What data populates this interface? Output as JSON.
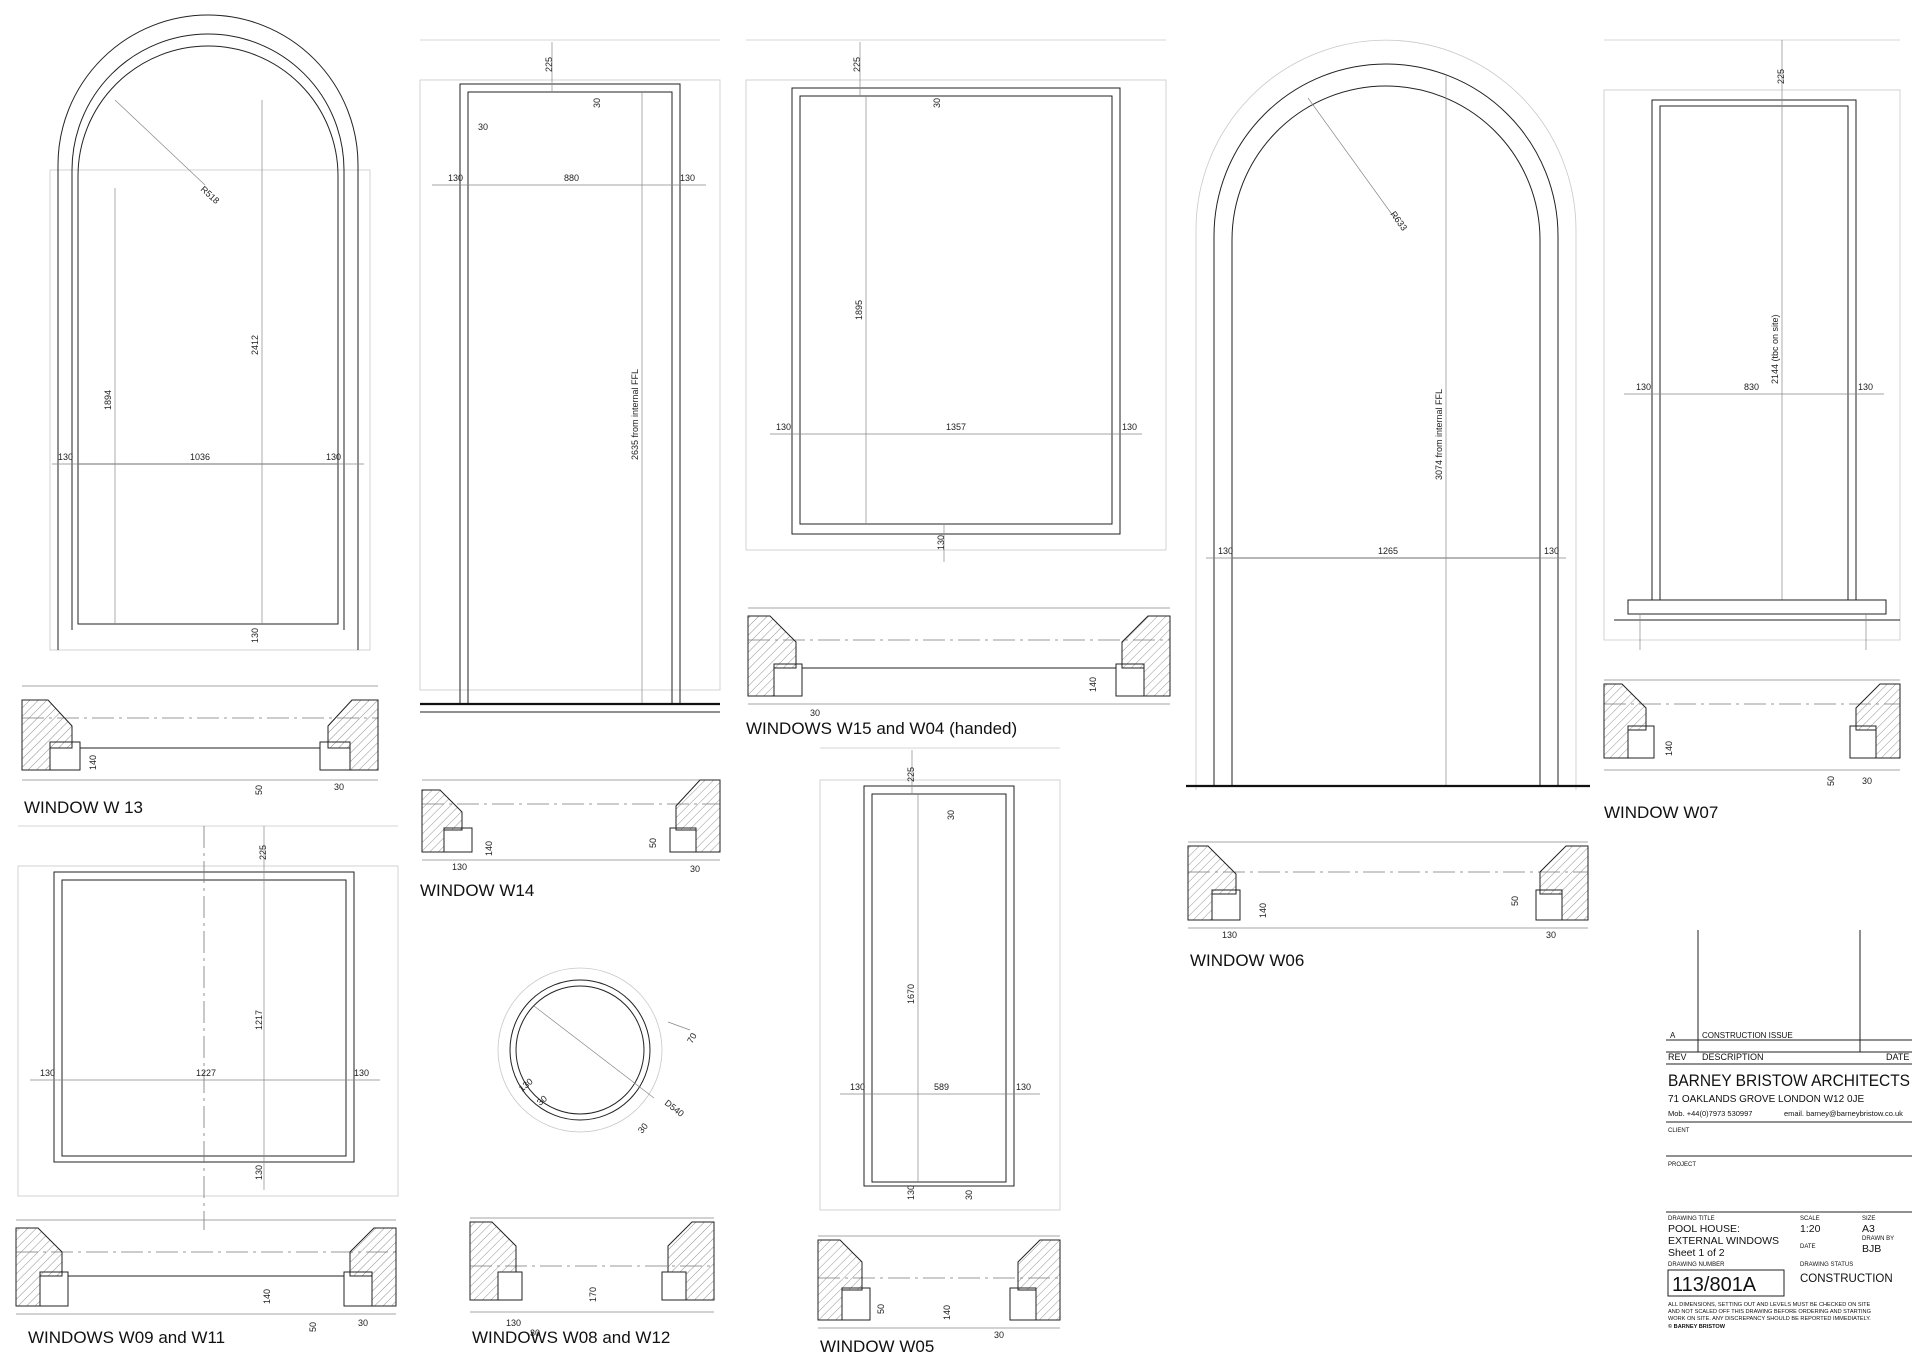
{
  "windows": {
    "w13": {
      "label": "WINDOW W 13",
      "radius": "R518",
      "dims": {
        "jamb_l": "130",
        "width": "1036",
        "jamb_r": "130",
        "height_total": "2412",
        "height_spring": "1894",
        "sill": "130",
        "sec_140": "140",
        "sec_50": "50",
        "sec_30": "30"
      }
    },
    "w14": {
      "label": "WINDOW W14",
      "dims": {
        "head": "225",
        "frame_top": "30",
        "frame_side": "30",
        "jamb_l": "130",
        "width": "880",
        "jamb_r": "130",
        "height": "2635 from internal FFL",
        "sec_140": "140",
        "sec_130": "130",
        "sec_50": "50",
        "sec_30": "30"
      }
    },
    "w15_w04": {
      "label": "WINDOWS W15 and W04 (handed)",
      "dims": {
        "head": "225",
        "frame_top": "30",
        "jamb_l": "130",
        "width": "1357",
        "jamb_r": "130",
        "height": "1895",
        "sill": "130",
        "sec_140": "140",
        "sec_30": "30"
      }
    },
    "w06": {
      "label": "WINDOW W06",
      "radius": "R633",
      "dims": {
        "jamb_l": "130",
        "width": "1265",
        "jamb_r": "130",
        "height": "3074 from internal FFL",
        "sec_140": "140",
        "sec_130": "130",
        "sec_50": "50",
        "sec_30": "30"
      }
    },
    "w07": {
      "label": "WINDOW W07",
      "dims": {
        "head": "225",
        "jamb_l": "130",
        "width": "830",
        "jamb_r": "130",
        "height": "2144 (tbc on site)",
        "sec_140": "140",
        "sec_50": "50",
        "sec_30": "30"
      }
    },
    "w09_w11": {
      "label": "WINDOWS W09 and W11",
      "dims": {
        "head": "225",
        "jamb_l": "130",
        "width": "1227",
        "jamb_r": "130",
        "height": "1217",
        "sill": "130",
        "sec_140": "140",
        "sec_50": "50",
        "sec_30": "30"
      }
    },
    "w08_w12": {
      "label": "WINDOWS W08 and W12",
      "dims": {
        "dia": "D540",
        "surround": "130",
        "frame_a": "30",
        "frame_b": "30",
        "reveal": "70",
        "sec_170": "170",
        "sec_130": "130",
        "sec_30": "30"
      }
    },
    "w05": {
      "label": "WINDOW W05",
      "dims": {
        "head": "225",
        "frame_top": "30",
        "jamb_l": "130",
        "width": "589",
        "jamb_r": "130",
        "height": "1670",
        "sill": "130",
        "frame_bot": "30",
        "sec_50": "50",
        "sec_140": "140",
        "sec_30": "30"
      }
    }
  },
  "title_block": {
    "rev_letter": "A",
    "rev_desc": "CONSTRUCTION ISSUE",
    "rev_head": "REV",
    "desc_head": "DESCRIPTION",
    "date_head": "DATE",
    "firm": "BARNEY BRISTOW ARCHITECTS",
    "address": "71 OAKLANDS GROVE   LONDON   W12 0JE",
    "mobile": "Mob. +44(0)7973 530997",
    "email": "email. barney@barneybristow.co.uk",
    "client_head": "CLIENT",
    "project_head": "PROJECT",
    "drawing_title_head": "DRAWING  TITLE",
    "title_1": "POOL HOUSE:",
    "title_2": "EXTERNAL WINDOWS",
    "title_3": "Sheet 1 of 2",
    "scale_head": "SCALE",
    "scale": "1:20",
    "size_head": "SIZE",
    "size": "A3",
    "date_head2": "DATE",
    "drawn_head": "DRAWN BY",
    "drawn": "BJB",
    "number_head": "DRAWING  NUMBER",
    "number": "113/801A",
    "status_head": "DRAWING STATUS",
    "status": "CONSTRUCTION",
    "note_1": "ALL DIMENSIONS, SETTING OUT AND LEVELS MUST BE CHECKED ON SITE",
    "note_2": "AND NOT SCALED OFF THIS DRAWING BEFORE ORDERING AND STARTING",
    "note_3": "WORK ON SITE. ANY DISCREPANCY SHOULD BE REPORTED IMMEDIATELY.",
    "copyright": "© BARNEY BRISTOW"
  }
}
